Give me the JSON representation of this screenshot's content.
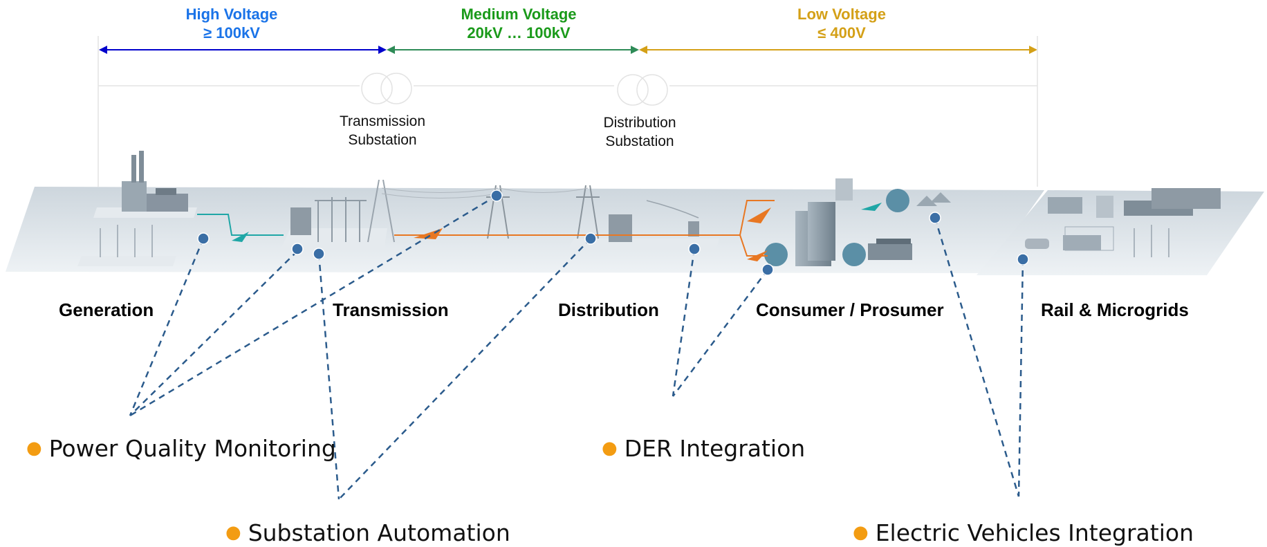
{
  "voltage_levels": [
    {
      "name": "High Voltage",
      "range": "≥ 100kV",
      "color": "#1a73e8",
      "arrow_color": "#0000cc"
    },
    {
      "name": "Medium Voltage",
      "range": "20kV … 100kV",
      "color": "#1a9a1a",
      "arrow_color": "#2e8b57"
    },
    {
      "name": "Low Voltage",
      "range": "≤ 400V",
      "color": "#d4a017",
      "arrow_color": "#d4a017"
    }
  ],
  "substations": [
    {
      "line1": "Transmission",
      "line2": "Substation"
    },
    {
      "line1": "Distribution",
      "line2": "Substation"
    }
  ],
  "sections": [
    "Generation",
    "Transmission",
    "Distribution",
    "Consumer / Prosumer",
    "Rail & Microgrids"
  ],
  "applications": [
    {
      "label": "Power Quality Monitoring"
    },
    {
      "label": "Substation Automation"
    },
    {
      "label": "DER Integration"
    },
    {
      "label": "Electric Vehicles  Integration"
    }
  ],
  "colors": {
    "bullet": "#f39c12",
    "dashed_line": "#2b5b8c",
    "marker": "#3a6ea5",
    "platform": "#d5dde3",
    "flow_orange": "#e87722",
    "flow_teal": "#1fa6a6"
  }
}
